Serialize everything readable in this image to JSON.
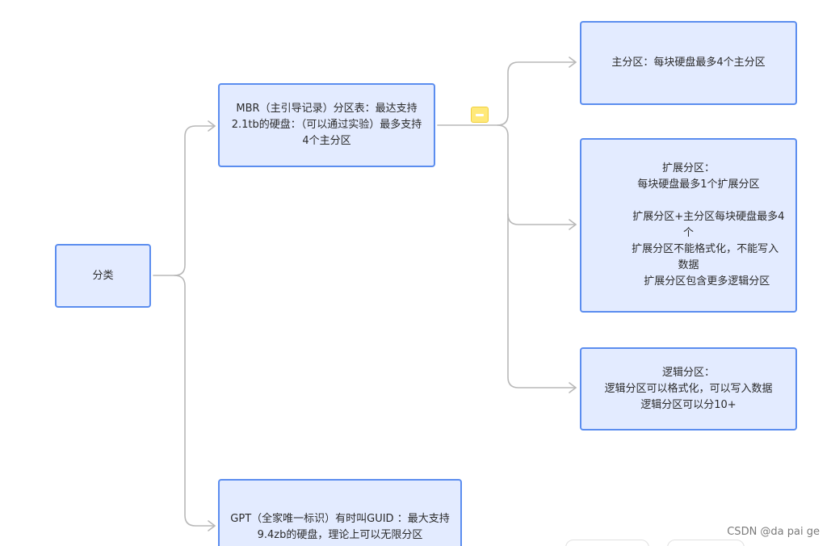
{
  "nodes": {
    "root": "分类",
    "mbr": "MBR（主引导记录）分区表：最达支持\n2.1tb的硬盘：（可以通过实验）最多支持\n4个主分区",
    "primary": "主分区：每块硬盘最多4个主分区",
    "extended": "扩展分区：\n      每块硬盘最多1个扩展分区\n\n            扩展分区+主分区每块硬盘最多4\n个\n          扩展分区不能格式化，不能写入\n数据\n           扩展分区包含更多逻辑分区",
    "logical": "逻辑分区：\n逻辑分区可以格式化，可以写入数据\n逻辑分区可以分10+",
    "gpt": "GPT（全家唯一标识）有时叫GUID ：最大支持\n9.4zb的硬盘，理论上可以无限分区"
  },
  "watermark": "CSDN @da pai ge",
  "colors": {
    "node_fill": "#e3ebff",
    "node_border": "#5b8def",
    "connector": "#b8b8b8",
    "comment_icon": "#ffe97a"
  }
}
